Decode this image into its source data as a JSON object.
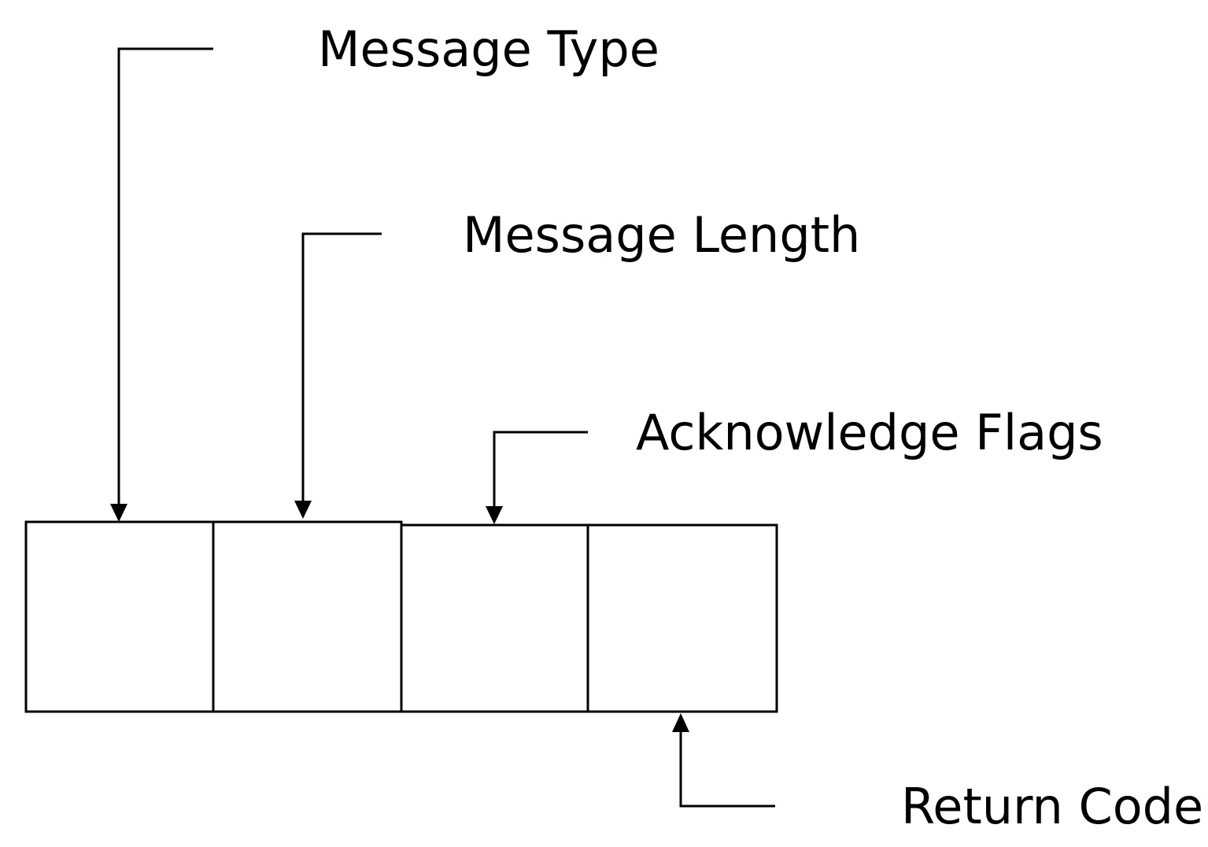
{
  "diagram": {
    "fields": [
      {
        "id": "message-type",
        "label": "Message Type"
      },
      {
        "id": "message-length",
        "label": "Message Length"
      },
      {
        "id": "acknowledge-flags",
        "label": "Acknowledge Flags"
      },
      {
        "id": "return-code",
        "label": "Return Code"
      }
    ],
    "colors": {
      "stroke": "#000000",
      "background": "#ffffff",
      "text": "#000000"
    }
  }
}
